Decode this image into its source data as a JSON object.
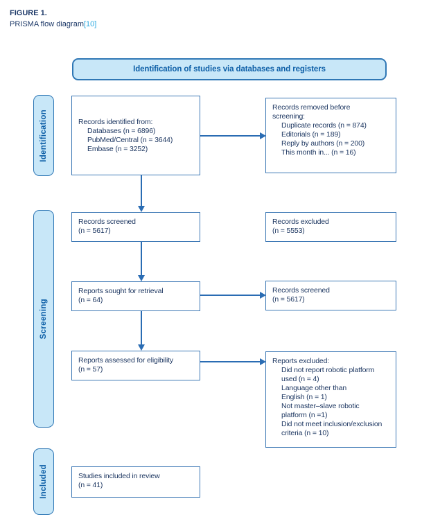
{
  "figure": {
    "label": "FIGURE 1.",
    "caption": "PRISMA flow diagram",
    "citation": "[10]"
  },
  "banner": {
    "title": "Identification of studies via databases and registers"
  },
  "stages": {
    "identification": "Identification",
    "screening": "Screening",
    "included": "Included"
  },
  "flow": {
    "left": [
      {
        "title": "Records identified from:",
        "items": [
          "Databases (n = 6896)",
          "PubMed/Central (n = 3644)",
          "Embase (n = 3252)"
        ]
      },
      {
        "lines": [
          "Records screened",
          "(n = 5617)"
        ]
      },
      {
        "lines": [
          "Reports sought for retrieval",
          "(n = 64)"
        ]
      },
      {
        "lines": [
          "Reports assessed for eligibility",
          "(n = 57)"
        ]
      },
      {
        "lines": [
          "Studies included in review",
          "(n = 41)"
        ]
      }
    ],
    "right": [
      {
        "title": "Records removed before\nscreening:",
        "items": [
          "Duplicate records (n = 874)",
          "Editorials (n = 189)",
          "Reply by authors (n = 200)",
          "This month in... (n = 16)"
        ]
      },
      {
        "lines": [
          "Records excluded",
          "(n = 5553)"
        ]
      },
      {
        "lines": [
          "Records screened",
          "(n = 5617)"
        ]
      },
      {
        "title": "Reports excluded:",
        "items": [
          "Did not report robotic platform\nused (n = 4)",
          "Language other than\nEnglish (n = 1)",
          "Not master–slave robotic\nplatform (n =1)",
          "Did not meet inclusion/exclusion\ncriteria (n = 10)"
        ]
      }
    ]
  },
  "colors": {
    "accent_blue": "#2f77b5",
    "box_border": "#3b77b4",
    "fill_light_blue": "#c8e7f8",
    "text_navy": "#1a345f",
    "header_text": "#0d5fa7",
    "arrow": "#2a6cb3",
    "citation_link": "#29a8e0"
  }
}
